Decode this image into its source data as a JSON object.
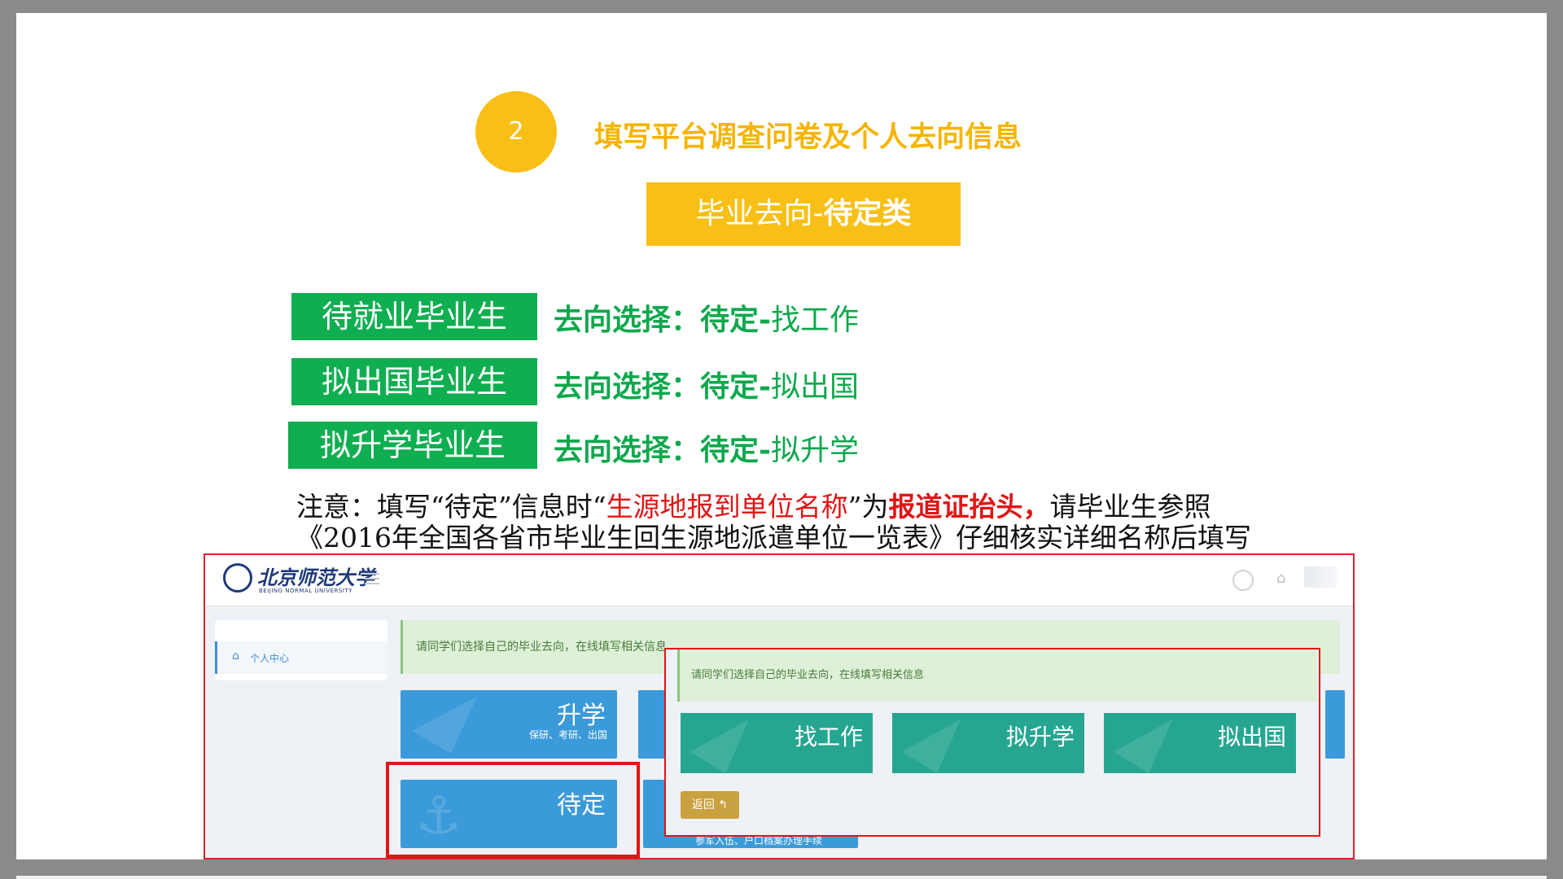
{
  "step": {
    "number": "2",
    "title": "填写平台调查问卷及个人去向信息"
  },
  "category": {
    "prefix": "毕业去向-",
    "bold": "待定类"
  },
  "rows": [
    {
      "label": "待就业毕业生",
      "choice_prefix": "去向选择：",
      "choice_bold": "待定-",
      "choice_rest": "找工作"
    },
    {
      "label": "拟出国毕业生",
      "choice_prefix": "去向选择：",
      "choice_bold": "待定-",
      "choice_rest": "拟出国"
    },
    {
      "label": "拟升学毕业生",
      "choice_prefix": "去向选择：",
      "choice_bold": "待定-",
      "choice_rest": "拟升学"
    }
  ],
  "note": {
    "part1": "注意：填写“待定”信息时“",
    "red": "生源地报到单位名称",
    "part2": "”为",
    "red_bold": "报道证抬头，",
    "part3": "请毕业生参照",
    "line2": "《2016年全国各省市毕业生回生源地派遣单位一览表》仔细核实详细名称后填写"
  },
  "portal": {
    "logo_text": "北京师范大学",
    "logo_sub": "BEIJING NORMAL UNIVERSITY",
    "sidebar_item": "个人中心",
    "info_text": "请同学们选择自己的毕业去向，在线填写相关信息",
    "tiles": [
      {
        "title": "升学",
        "sub": "保研、考研、出国"
      },
      {
        "title": "待定",
        "sub": ""
      }
    ],
    "partial_tile_text": "参军入伍、户口档案办理手续",
    "popup": {
      "info_text": "请同学们选择自己的毕业去向，在线填写相关信息",
      "options": [
        "找工作",
        "拟升学",
        "拟出国"
      ],
      "back_label": "返回"
    }
  },
  "colors": {
    "yellow": "#f8bf16",
    "green": "#0fae50",
    "red": "#e01515",
    "tile_blue": "#3b9ad9",
    "tile_teal": "#26a691"
  }
}
